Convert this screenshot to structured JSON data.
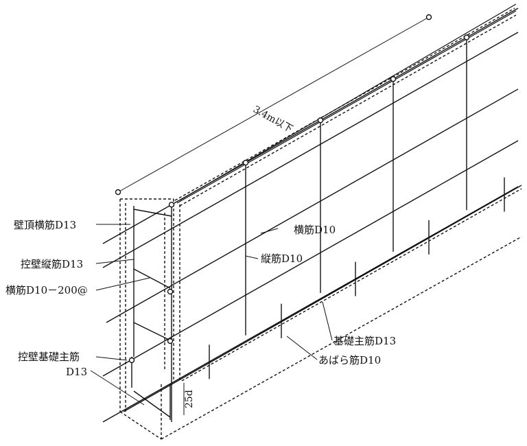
{
  "title": "Block wall reinforcement diagram",
  "dimension_length": "3.4m以下",
  "dimension_anchorage": "25d",
  "labels": {
    "top_horizontal": "壁頂横筋D13",
    "buttress_vertical": "控壁縦筋D13",
    "horizontal_pitch": "横筋D10－200@",
    "buttress_footing_main": "控壁基礎主筋",
    "buttress_footing_main_size": "D13",
    "horizontal": "横筋D10",
    "vertical": "縦筋D10",
    "footing_main": "基礎主筋D13",
    "stirrup": "あばら筋D10"
  },
  "colors": {
    "ink": "#111111",
    "background": "#ffffff"
  }
}
